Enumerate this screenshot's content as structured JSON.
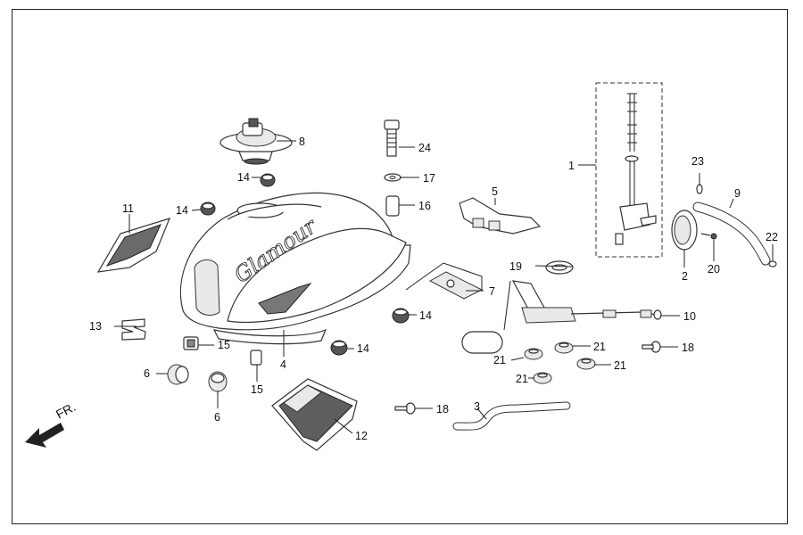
{
  "diagram": {
    "direction_label": "FR.",
    "tank_logo_text": "Glamour",
    "callouts": {
      "c1": "1",
      "c2": "2",
      "c3": "3",
      "c4": "4",
      "c5": "5",
      "c6a": "6",
      "c6b": "6",
      "c7": "7",
      "c8": "8",
      "c9": "9",
      "c10": "10",
      "c11": "11",
      "c12": "12",
      "c13": "13",
      "c14a": "14",
      "c14b": "14",
      "c14c": "14",
      "c14d": "14",
      "c15a": "15",
      "c15b": "15",
      "c16": "16",
      "c17": "17",
      "c18a": "18",
      "c18b": "18",
      "c19": "19",
      "c20": "20",
      "c21a": "21",
      "c21b": "21",
      "c21c": "21",
      "c21d": "21",
      "c22": "22",
      "c23": "23",
      "c24": "24"
    }
  }
}
